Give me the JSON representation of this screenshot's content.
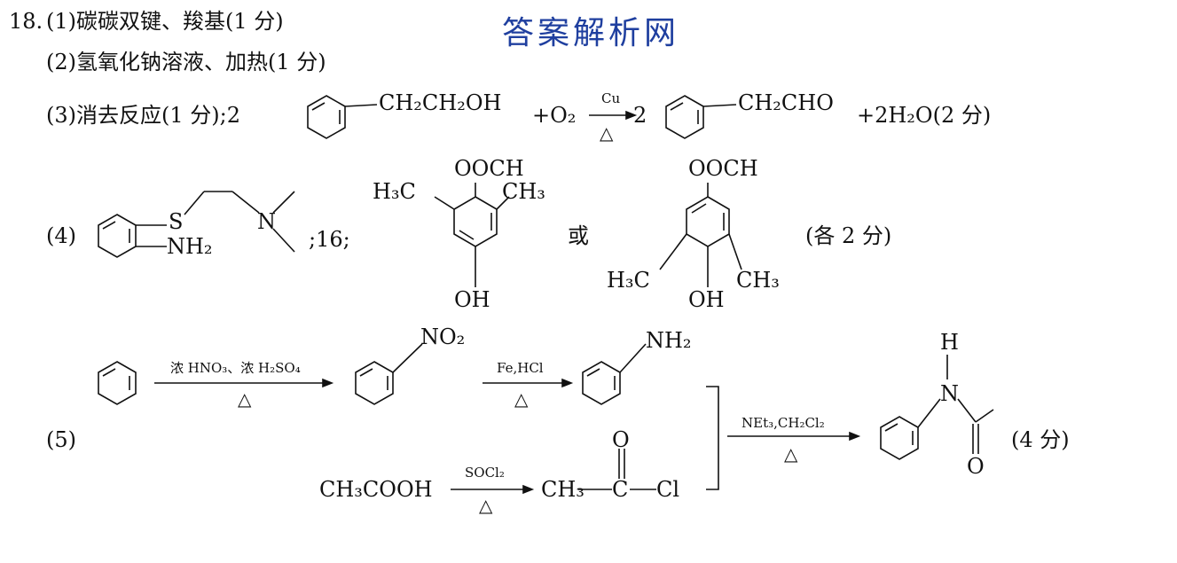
{
  "watermark": "答案解析网",
  "q18_label": "18.",
  "part1": "(1)碳碳双键、羧基(1 分)",
  "part2": "(2)氢氧化钠溶液、加热(1 分)",
  "part3": {
    "prefix": "(3)消去反应(1 分);2",
    "reactant_sub": "CH₂CH₂OH",
    "o2": "+O₂",
    "cond_top": "Cu",
    "cond_bottom": "△",
    "coef2": "2",
    "product_sub": "CH₂CHO",
    "water": "+2H₂O(2 分)"
  },
  "part4": {
    "label": "(4)",
    "atom_S": "S",
    "atom_NH2": "NH₂",
    "atom_N": "N",
    "sep": ";16;",
    "ester": "OOCH",
    "methyl_left": "H₃C",
    "methyl_right": "CH₃",
    "hydroxyl": "OH",
    "or": "或",
    "score": "(各 2 分)"
  },
  "part5": {
    "label": "(5)",
    "cond1": "浓 HNO₃、浓 H₂SO₄",
    "cond1_bottom": "△",
    "nitro": "NO₂",
    "cond2": "Fe,HCl",
    "cond2_bottom": "△",
    "amino": "NH₂",
    "acetic": "CH₃COOH",
    "cond3": "SOCl₂",
    "cond3_bottom": "△",
    "acyl_ch3": "CH₃",
    "acyl_c": "C",
    "acyl_cl": "Cl",
    "acyl_o": "O",
    "cond4": "NEt₃,CH₂Cl₂",
    "cond4_bottom": "△",
    "amide_h": "H",
    "amide_n": "N",
    "amide_o": "O",
    "score": "(4 分)"
  }
}
